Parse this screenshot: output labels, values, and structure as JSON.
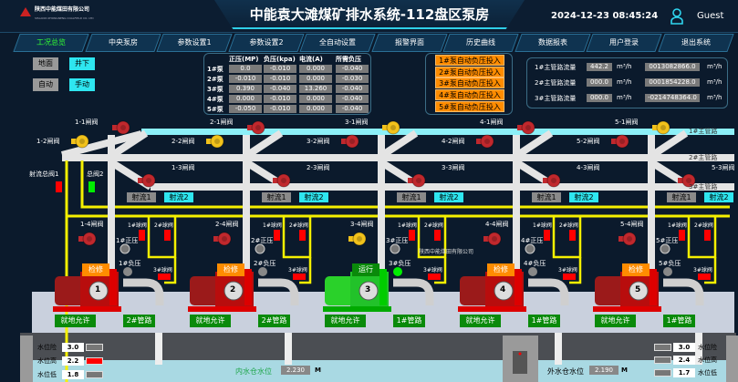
{
  "header": {
    "company": "陕西中能煤田有限公司",
    "company_en": "SHAANXI ZHONGNENG COALFIELD CO. LTD",
    "title": "中能袁大滩煤矿排水系统-112盘区泵房",
    "datetime": "2024-12-23 08:45:24",
    "user": "Guest"
  },
  "nav": [
    "工况总览",
    "中央泵房",
    "参数设置1",
    "参数设置2",
    "全自动设置",
    "报警界面",
    "历史曲线",
    "数据报表",
    "用户登录",
    "退出系统"
  ],
  "mode": {
    "location": [
      "地面",
      "井下"
    ],
    "location_active": "井下",
    "control": [
      "自动",
      "手动"
    ],
    "control_active": "手动"
  },
  "pressure_table": {
    "headers": [
      "正压(MP)",
      "负压(kpa)",
      "电流(A)",
      "所需负压"
    ],
    "rows": [
      {
        "pump": "1#泵",
        "values": [
          "0.0",
          "-0.010",
          "0.000",
          "-0.040"
        ]
      },
      {
        "pump": "2#泵",
        "values": [
          "-0.010",
          "-0.010",
          "0.000",
          "-0.030"
        ]
      },
      {
        "pump": "3#泵",
        "values": [
          "0.390",
          "-0.040",
          "13.260",
          "-0.040"
        ]
      },
      {
        "pump": "4#泵",
        "values": [
          "0.000",
          "-0.010",
          "0.000",
          "-0.040"
        ]
      },
      {
        "pump": "5#泵",
        "values": [
          "-0.050",
          "-0.010",
          "0.000",
          "-0.040"
        ]
      }
    ]
  },
  "auto_buttons": [
    "1#泵自动负压投入",
    "2#泵自动负压投入",
    "3#泵自动负压投入",
    "4#泵自动负压投入",
    "5#泵自动负压投入"
  ],
  "flow": [
    {
      "label": "1#主管路流量",
      "rate": "442.2",
      "unit": "m³/h",
      "total": "0013082866.0",
      "total_unit": "m³/h"
    },
    {
      "label": "2#主管路流量",
      "rate": "000.0",
      "unit": "m³/h",
      "total": "0001854228.0",
      "total_unit": "m³/h"
    },
    {
      "label": "3#主管路流量",
      "rate": "000.0",
      "unit": "m³/h",
      "total": "-0214748364.0",
      "total_unit": "m³/h"
    }
  ],
  "main_pipes": [
    "1#主管路",
    "2#主管路",
    "3#主管路"
  ],
  "jet_main": {
    "valve1": "射流总阀1",
    "valve2": "总阀2",
    "valve1_color": "#ff0000",
    "valve2_color": "#00e000"
  },
  "pumps": [
    {
      "num": "1",
      "status": "检修",
      "permit": "就地允许",
      "route": "2#管路",
      "valves": [
        "1-1闸阀",
        "1-2闸阀",
        "1-3闸阀",
        "1-4闸阀"
      ],
      "valve_states": [
        "closed",
        "open",
        "closed",
        "closed"
      ],
      "pos": "1#正压",
      "neg": "1#负压",
      "balls": [
        "1#球阀",
        "2#球阀",
        "3#球阀"
      ],
      "jets": [
        "射流1",
        "射流2"
      ],
      "jet_active": "射流2",
      "running": false
    },
    {
      "num": "2",
      "status": "检修",
      "permit": "就地允许",
      "route": "2#管路",
      "valves": [
        "2-1闸阀",
        "2-2闸阀",
        "2-3闸阀",
        "2-4闸阀"
      ],
      "valve_states": [
        "closed",
        "open",
        "closed",
        "closed"
      ],
      "pos": "2#正压",
      "neg": "2#负压",
      "balls": [
        "1#球阀",
        "2#球阀",
        "3#球阀"
      ],
      "jets": [
        "射流1",
        "射流2"
      ],
      "jet_active": "射流2",
      "running": false
    },
    {
      "num": "3",
      "status": "运行",
      "permit": "就地允许",
      "route": "1#管路",
      "valves": [
        "3-1闸阀",
        "3-2闸阀",
        "3-3闸阀",
        "3-4闸阀"
      ],
      "valve_states": [
        "open",
        "closed",
        "closed",
        "open"
      ],
      "pos": "3#正压",
      "neg": "3#负压",
      "balls": [
        "1#球阀",
        "2#球阀",
        "3#球阀"
      ],
      "jets": [
        "射流1",
        "射流2"
      ],
      "jet_active": "射流2",
      "running": true
    },
    {
      "num": "4",
      "status": "检修",
      "permit": "就地允许",
      "route": "1#管路",
      "valves": [
        "4-1闸阀",
        "4-2闸阀",
        "4-3闸阀",
        "4-4闸阀"
      ],
      "valve_states": [
        "closed",
        "closed",
        "closed",
        "closed"
      ],
      "pos": "4#正压",
      "neg": "4#负压",
      "balls": [
        "1#球阀",
        "2#球阀",
        "3#球阀"
      ],
      "jets": [
        "射流1",
        "射流2"
      ],
      "jet_active": "射流2",
      "running": false
    },
    {
      "num": "5",
      "status": "检修",
      "permit": "就地允许",
      "route": "1#管路",
      "valves": [
        "5-1闸阀",
        "5-2闸阀",
        "5-3闸阀",
        "5-4闸阀"
      ],
      "valve_states": [
        "open",
        "closed",
        "closed",
        "closed"
      ],
      "pos": "5#正压",
      "neg": "5#负压",
      "balls": [
        "1#球阀",
        "2#球阀",
        "3#球阀"
      ],
      "jets": [
        "射流1",
        "射流2"
      ],
      "jet_active": "射流2",
      "running": false
    }
  ],
  "inner_sump": {
    "label": "内水仓水位",
    "value": "2.230",
    "unit": "M",
    "levels": [
      {
        "label": "水位险",
        "value": "3.0",
        "alarm": false
      },
      {
        "label": "水位高",
        "value": "2.2",
        "alarm": true
      },
      {
        "label": "水位低",
        "value": "1.8",
        "alarm": false
      }
    ]
  },
  "outer_sump": {
    "label": "外水仓水位",
    "value": "2.190",
    "unit": "M",
    "levels": [
      {
        "label": "水位险",
        "value": "3.0",
        "alarm": false
      },
      {
        "label": "水位高",
        "value": "2.4",
        "alarm": false
      },
      {
        "label": "水位低",
        "value": "1.7",
        "alarm": false
      }
    ]
  },
  "colors": {
    "open_valve": "#f2c21b",
    "closed_valve": "#c0282d",
    "pipe1": "#8cf0f8",
    "pipe": "#e4e4e4",
    "signal": "#f5f000",
    "running": "#22c22a",
    "stopped": "#b80d0d"
  }
}
